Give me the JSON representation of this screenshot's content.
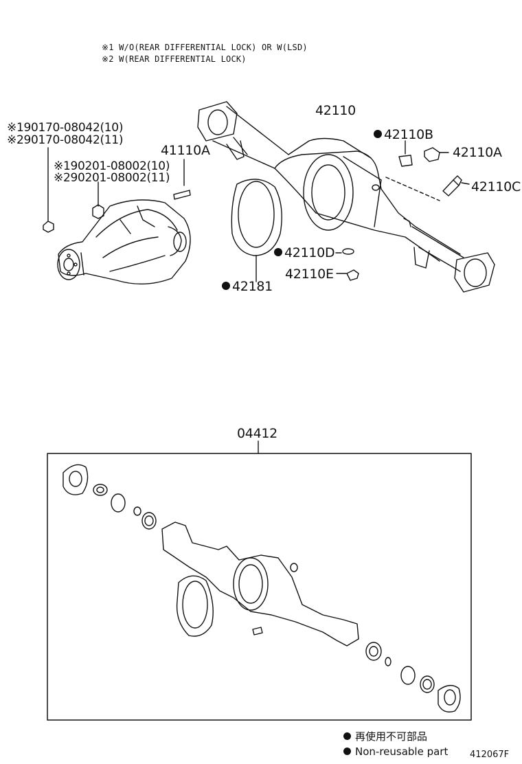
{
  "notes": [
    "※1 W/O(REAR DIFFERENTIAL LOCK) OR W(LSD)",
    "※2 W(REAR DIFFERENTIAL LOCK)"
  ],
  "part_numbers": {
    "bolt_1": "※190170-08042(10)",
    "bolt_2": "※290170-08042(11)",
    "stud_1": "※190201-08002(10)",
    "stud_2": "※290201-08002(11)",
    "p41110A": "41110A",
    "p42110": "42110",
    "p42110B": "42110B",
    "p42110A": "42110A",
    "p42110C": "42110C",
    "p42110D": "42110D",
    "p42110E": "42110E",
    "p42181": "42181",
    "p04412": "04412"
  },
  "legend": {
    "japanese": "再使用不可部品",
    "english": "Non-reusable part"
  },
  "diagram_id": "412067F"
}
